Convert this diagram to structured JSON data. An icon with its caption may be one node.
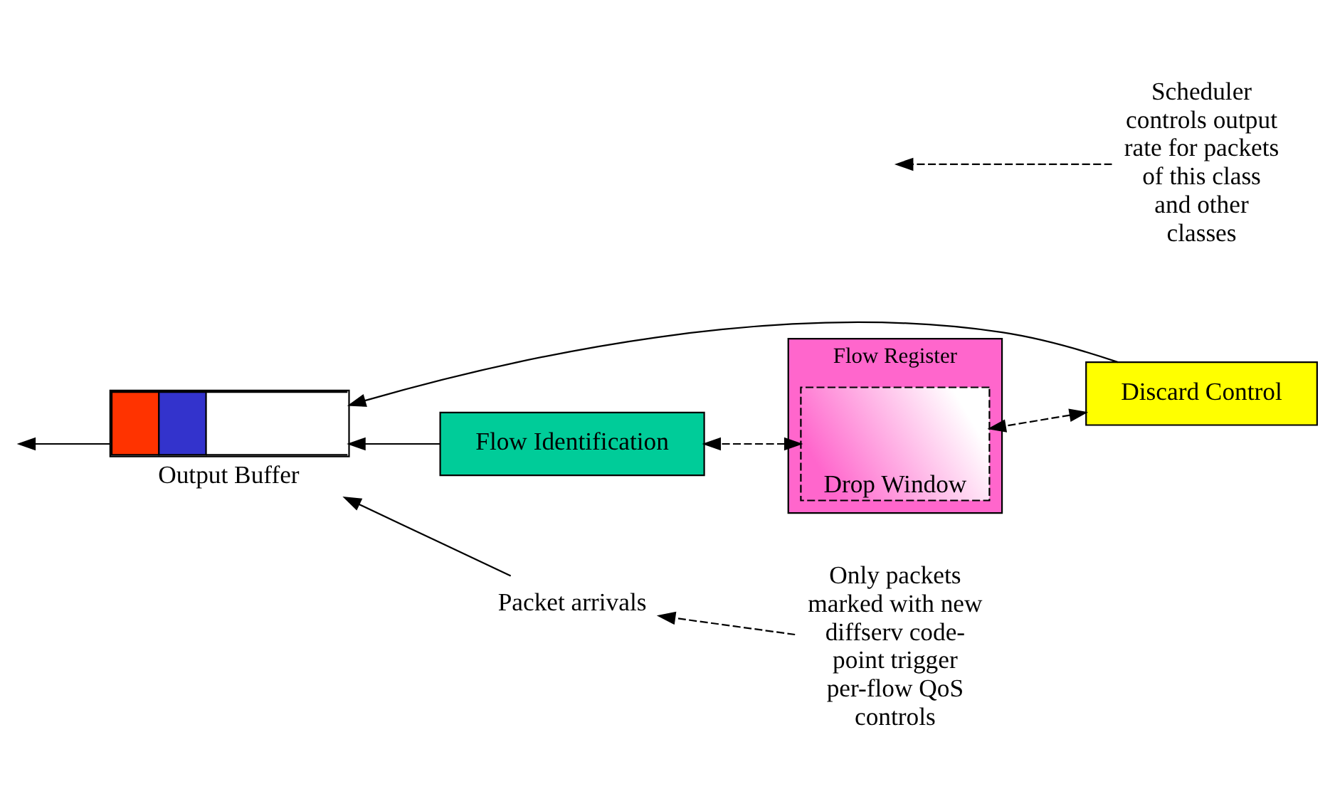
{
  "diagram": {
    "nodes": [
      {
        "text": [
          "Output Buffer"
        ]
      },
      {
        "text": [
          "Discard Control"
        ]
      },
      {
        "text": [
          "Flow Register"
        ]
      },
      {
        "text": [
          "Drop Window"
        ],
        "in": 2
      },
      {
        "text": [
          "Flow Identification"
        ]
      },
      {
        "text": [
          "Packet arrivals"
        ]
      },
      {
        "text": [
          "Only packets marked with new diffserv code-point trigger per-flow QoS controls"
        ]
      },
      {
        "text": [
          "Scheduler controls output rate for packets of this class and other classes"
        ]
      }
    ],
    "edges": [
      {
        "from": 5,
        "to": 0,
        "arrow": "to"
      },
      {
        "from": 1,
        "to": 0,
        "arrow": "to"
      },
      {
        "from": 4,
        "to": 0,
        "arrow": "to"
      },
      {
        "from": 0,
        "to": null,
        "arrow": "to"
      },
      {
        "from": 1,
        "to": 3,
        "arrow": "both",
        "style": "dashed"
      },
      {
        "from": 3,
        "to": 4,
        "arrow": "both",
        "style": "dashed"
      },
      {
        "from": 6,
        "to": 5,
        "arrow": "to",
        "style": "dashed"
      },
      {
        "from": 7,
        "to": null,
        "arrow": "to",
        "style": "dashed"
      }
    ]
  }
}
